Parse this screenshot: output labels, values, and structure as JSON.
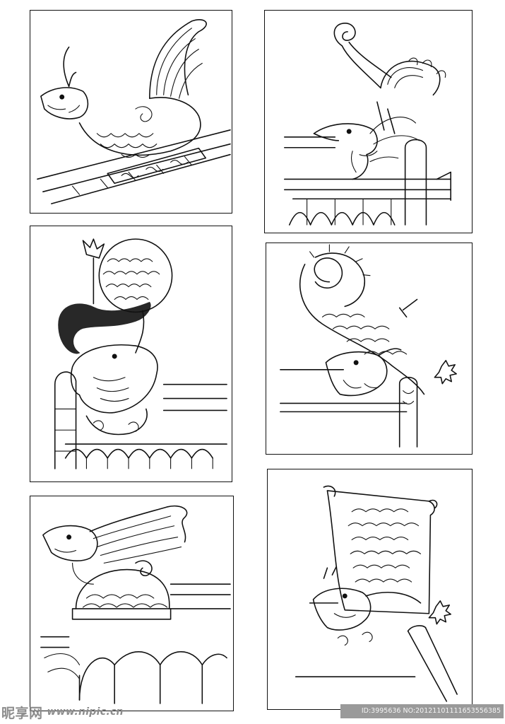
{
  "panels": [
    {
      "id": "p1",
      "subject": "dragon-fish-ridge-ornament"
    },
    {
      "id": "p2",
      "subject": "dragon-head-with-curled-tail-on-wall"
    },
    {
      "id": "p3",
      "subject": "dragon-with-scaled-disc-and-small-dragon"
    },
    {
      "id": "p4",
      "subject": "scaled-dragon-with-spiral-crest"
    },
    {
      "id": "p5",
      "subject": "dragon-head-on-tile-roof"
    },
    {
      "id": "p6",
      "subject": "scaled-dragon-block-on-wall-corner"
    }
  ],
  "watermark": {
    "brand": "昵享网",
    "url": "www.nipic.cn",
    "id_line": "ID:3995636 NO:20121101111653556385"
  },
  "colors": {
    "ink": "#111111",
    "background": "#ffffff",
    "watermark_text": "#8d8d8d",
    "watermark_box": "#9a9a9a"
  }
}
